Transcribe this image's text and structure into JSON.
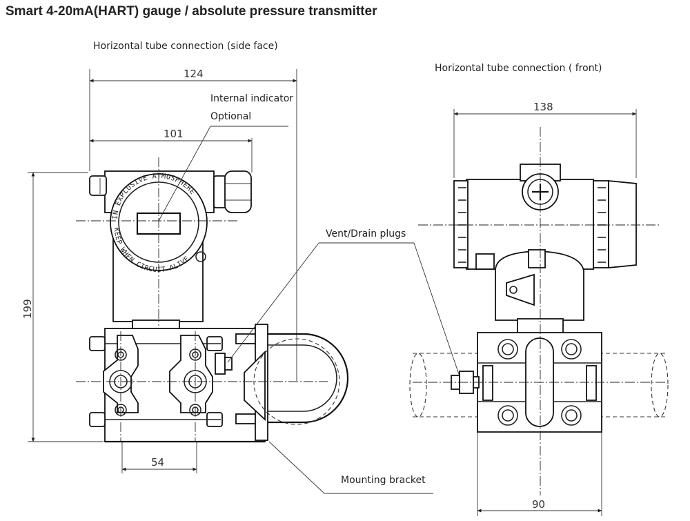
{
  "title": "Smart 4-20mA(HART) gauge / absolute pressure transmitter",
  "views": {
    "side": {
      "caption": "Horizontal tube connection (side face)",
      "dim_total_width": "124",
      "dim_head_width": "101",
      "dim_height": "199",
      "dim_flange": "54",
      "ring_top_text": "IN EXPLOSIVE ATMOSPHERE",
      "ring_bottom_text": "KEEP WHEN CIRCUIT ALIVE"
    },
    "front": {
      "caption": "Horizontal tube connection ( front)",
      "dim_total_width": "138",
      "dim_base_width": "90"
    }
  },
  "callouts": {
    "internal_indicator": "Internal indicator",
    "optional": "Optional",
    "vent_drain": "Vent/Drain plugs",
    "mounting_bracket": "Mounting bracket"
  }
}
